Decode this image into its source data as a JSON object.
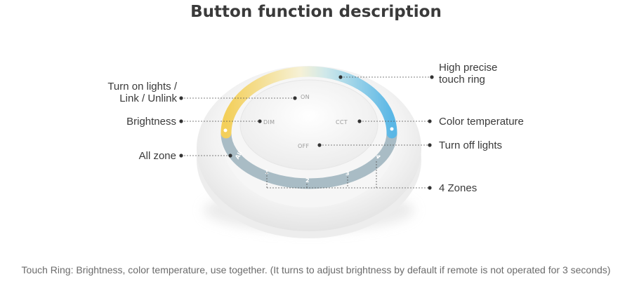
{
  "title": "Button function description",
  "remote": {
    "buttons": {
      "on": "ON",
      "dim": "DIM",
      "cct": "CCT",
      "off": "OFF"
    },
    "zones": [
      "All",
      "1",
      "2",
      "3",
      "4"
    ],
    "colors": {
      "warm": "#f3cf5a",
      "cool": "#5ab7e6",
      "ring_gray": "#a9bcc5",
      "body": "#f4f4f4"
    }
  },
  "labels": {
    "turn_on_line1": "Turn on lights /",
    "turn_on_line2": "Link / Unlink",
    "brightness": "Brightness",
    "all_zone": "All zone",
    "touch_ring_line1": "High precise",
    "touch_ring_line2": "touch ring",
    "color_temperature": "Color temperature",
    "turn_off": "Turn off lights",
    "four_zones": "4 Zones"
  },
  "caption": "Touch Ring: Brightness, color temperature, use together. (It turns to adjust brightness by default if remote is not operated for 3 seconds)"
}
